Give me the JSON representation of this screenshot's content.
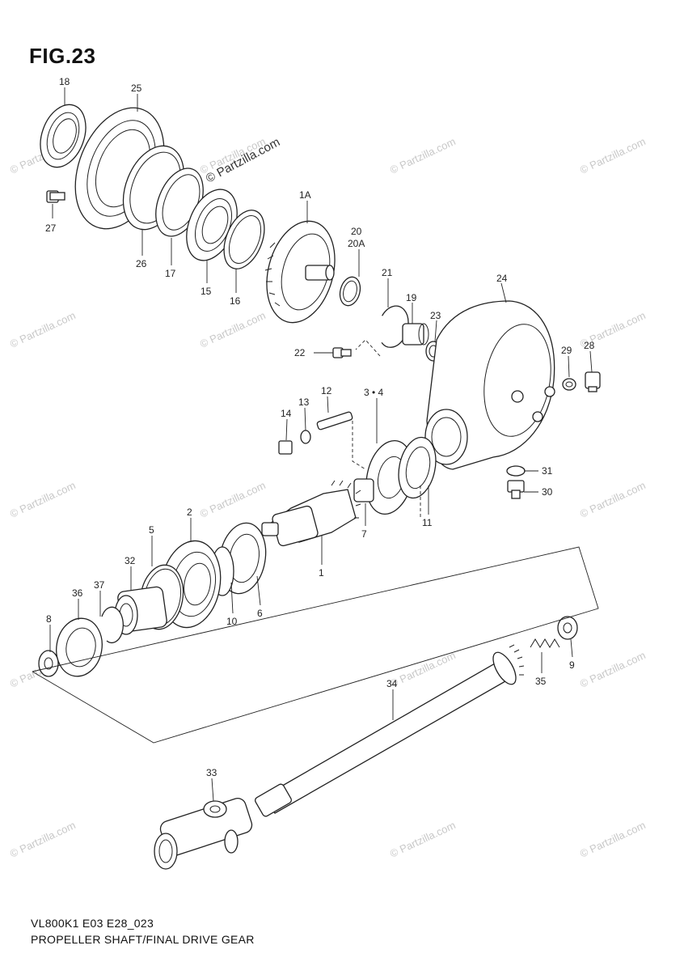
{
  "figure": {
    "title": "FIG.23",
    "diagram_code": "VL800K1 E03 E28_023",
    "description": "PROPELLER SHAFT/FINAL DRIVE GEAR",
    "watermark_main": "© Partzilla.com",
    "watermark_tile": "© Partzilla.com"
  },
  "callouts": {
    "c18": "18",
    "c25": "25",
    "c27": "27",
    "c26": "26",
    "c17": "17",
    "c15": "15",
    "c16": "16",
    "c1A": "1A",
    "c20": "20",
    "c20A": "20A",
    "c21": "21",
    "c19": "19",
    "c23": "23",
    "c24": "24",
    "c22": "22",
    "c29": "29",
    "c28": "28",
    "c12": "12",
    "c13": "13",
    "c14": "14",
    "c34a": "3 • 4",
    "c31": "31",
    "c30": "30",
    "c2": "2",
    "c5": "5",
    "c32": "32",
    "c37": "37",
    "c36": "36",
    "c8": "8",
    "c10": "10",
    "c6": "6",
    "c1": "1",
    "c7": "7",
    "c11": "11",
    "c9": "9",
    "c35": "35",
    "c34": "34",
    "c33": "33"
  }
}
